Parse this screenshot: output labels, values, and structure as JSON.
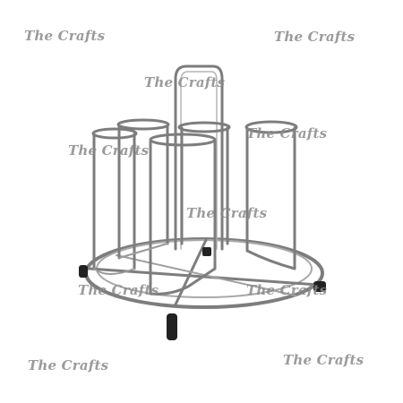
{
  "image": {
    "subject": "Stainless steel glass holder stand",
    "colors": {
      "background": "#ffffff",
      "steel": "#7d7d7d",
      "steel_light": "#c9c9c9",
      "feet": "#222222",
      "watermark": "#8a8a8a"
    }
  },
  "watermarks": [
    "The Crafts",
    "The Crafts",
    "The Crafts",
    "The Crafts",
    "The Crafts",
    "The Crafts",
    "The Crafts",
    "The Crafts",
    "The Crafts"
  ]
}
